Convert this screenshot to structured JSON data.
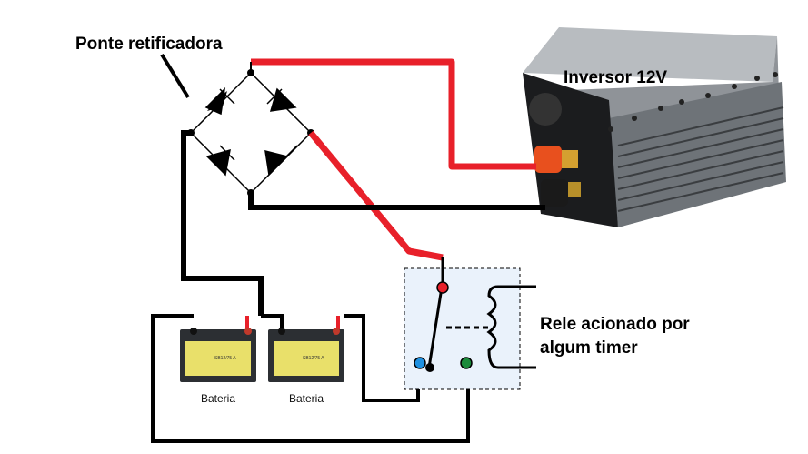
{
  "labels": {
    "bridge": "Ponte retificadora",
    "inverter": "Inversor 12V",
    "relay_line1": "Rele acionado por",
    "relay_line2": "algum timer",
    "battery1": "Bateria",
    "battery2": "Bateria"
  },
  "battery_model_text": "SB12/75 A",
  "colors": {
    "positive_wire": "#e8202a",
    "negative_wire": "#000000",
    "relay_box": "#eaf2fb",
    "relay_common": "#e8202a",
    "relay_nc": "#1e90e0",
    "relay_no": "#1a8a3a",
    "inverter_body": "#9a9ea3",
    "terminal_positive": "#e8501e",
    "battery_label": "#e9e06a"
  }
}
